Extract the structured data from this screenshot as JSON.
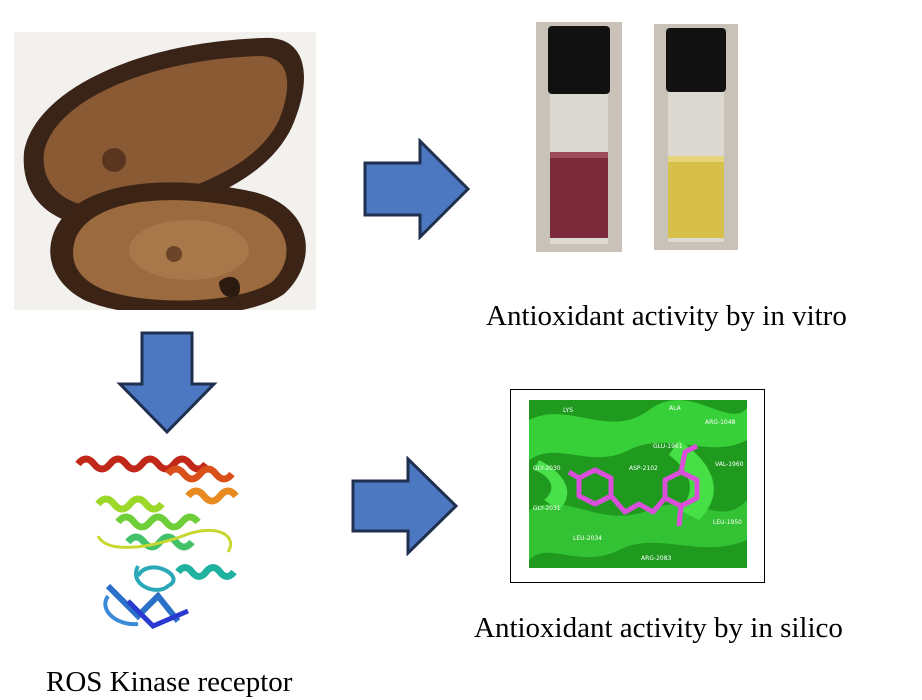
{
  "labels": {
    "in_vitro": "Antioxidant activity by in vitro",
    "in_silico": "Antioxidant activity by in silico",
    "receptor": "ROS Kinase receptor"
  },
  "colors": {
    "arrow_fill": "#4b78c1",
    "arrow_stroke": "#1f2f4f",
    "docking_bg": "#2eb82e",
    "ligand": "#d94fd9",
    "vial_red": "#7a2a3a",
    "vial_yellow": "#d6c04a"
  },
  "docking_residues": [
    "LYS",
    "ALA",
    "ARG-1048",
    "GLU-1961",
    "LEU-1950",
    "GLY-2031",
    "ARG-2083",
    "LEU-2034",
    "GLY-2030",
    "ASP-2102",
    "VAL-1960"
  ]
}
